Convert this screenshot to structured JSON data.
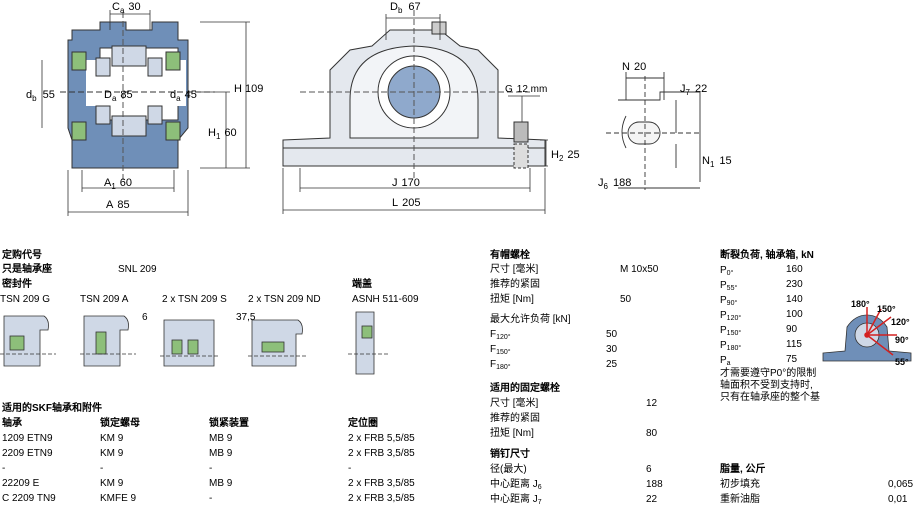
{
  "drawing": {
    "front": {
      "Ca": "C",
      "Ca_sub": "a",
      "Ca_val": "30",
      "db": "d",
      "db_sub": "b",
      "db_val": "55",
      "Da": "D",
      "Da_sub": "a",
      "Da_val": "85",
      "da": "d",
      "da_sub": "a",
      "da_val": "45",
      "H": "H",
      "H_val": "109",
      "H1": "H",
      "H1_sub": "1",
      "H1_val": "60",
      "A1": "A",
      "A1_sub": "1",
      "A1_val": "60",
      "A": "A",
      "A_val": "85"
    },
    "side": {
      "Db": "D",
      "Db_sub": "b",
      "Db_val": "67",
      "G": "G",
      "G_val": "12 mm",
      "H2": "H",
      "H2_sub": "2",
      "H2_val": "25",
      "J": "J",
      "J_val": "170",
      "L": "L",
      "L_val": "205"
    },
    "foot": {
      "N": "N",
      "N_val": "20",
      "J7": "J",
      "J7_sub": "7",
      "J7_val": "22",
      "N1": "N",
      "N1_sub": "1",
      "N1_val": "15",
      "J6": "J",
      "J6_sub": "6",
      "J6_val": "188"
    }
  },
  "order": {
    "title": "定购代号",
    "housing_label": "只是轴承座",
    "housing_value": "SNL 209",
    "seals_label": "密封件",
    "seals": [
      "TSN 209 G",
      "TSN 209 A",
      "2 x TSN 209 S",
      "2 x TSN 209 ND"
    ],
    "endcover_label": "端盖",
    "endcover_value": "ASNH 511-609",
    "seal_dim_1": "6",
    "seal_dim_2": "37,5"
  },
  "accessories": {
    "title": "适用的SKF轴承和附件",
    "headers": [
      "轴承",
      "锁定螺母",
      "锁紧装置",
      "定位圈"
    ],
    "rows": [
      [
        "1209 ETN9",
        "KM 9",
        "MB 9",
        "2 x FRB 5,5/85"
      ],
      [
        "2209 ETN9",
        "KM 9",
        "MB 9",
        "2 x FRB 3,5/85"
      ],
      [
        "-",
        "-",
        "-",
        "-"
      ],
      [
        "22209 E",
        "KM 9",
        "MB 9",
        "2 x FRB 3,5/85"
      ],
      [
        "C 2209 TN9",
        "KMFE 9",
        "-",
        "2 x FRB 3,5/85"
      ]
    ]
  },
  "cap_bolts": {
    "title": "有帽螺栓",
    "size_label": "尺寸 [毫米]",
    "size_value": "M 10x50",
    "torque_title": "推荐的紧固",
    "torque_label": "扭矩 [Nm]",
    "torque_value": "50",
    "load_title": "最大允许负荷 [kN]",
    "loads": [
      {
        "sym": "F",
        "sub": "120°",
        "val": "50"
      },
      {
        "sym": "F",
        "sub": "150°",
        "val": "30"
      },
      {
        "sym": "F",
        "sub": "180°",
        "val": "25"
      }
    ]
  },
  "attach_bolts": {
    "title": "适用的固定螺栓",
    "size_label": "尺寸 [毫米]",
    "size_value": "12",
    "torque_title": "推荐的紧固",
    "torque_label": "扭矩 [Nm]",
    "torque_value": "80"
  },
  "dowel": {
    "title": "销钉尺寸",
    "rows": [
      {
        "label": "径(最大)",
        "sub": "",
        "val": "6"
      },
      {
        "label": "中心距离 J",
        "sub": "6",
        "val": "188"
      },
      {
        "label": "中心距离 J",
        "sub": "7",
        "val": "22"
      }
    ]
  },
  "breaking": {
    "title": "断裂负荷, 轴承箱, kN",
    "rows": [
      {
        "sym": "P",
        "sub": "0°",
        "val": "160"
      },
      {
        "sym": "P",
        "sub": "55°",
        "val": "230"
      },
      {
        "sym": "P",
        "sub": "90°",
        "val": "140"
      },
      {
        "sym": "P",
        "sub": "120°",
        "val": "100"
      },
      {
        "sym": "P",
        "sub": "150°",
        "val": "90"
      },
      {
        "sym": "P",
        "sub": "180°",
        "val": "115"
      },
      {
        "sym": "P",
        "sub": "a",
        "val": "75"
      }
    ],
    "note": [
      "才需要遵守P0°的限制",
      "轴面积不受到支持时,",
      "只有在轴承座的整个基"
    ],
    "angles": [
      "180°",
      "150°",
      "120°",
      "90°",
      "55°"
    ]
  },
  "grease": {
    "title": "脂量, 公斤",
    "rows": [
      {
        "label": "初步填充",
        "val": "0,065"
      },
      {
        "label": "重新油脂",
        "val": "0,01"
      }
    ]
  },
  "colors": {
    "housing_blue": "#6f8fb8",
    "seal_green": "#8dbf7a",
    "outline": "#333333",
    "arrow_red": "#d42020"
  }
}
